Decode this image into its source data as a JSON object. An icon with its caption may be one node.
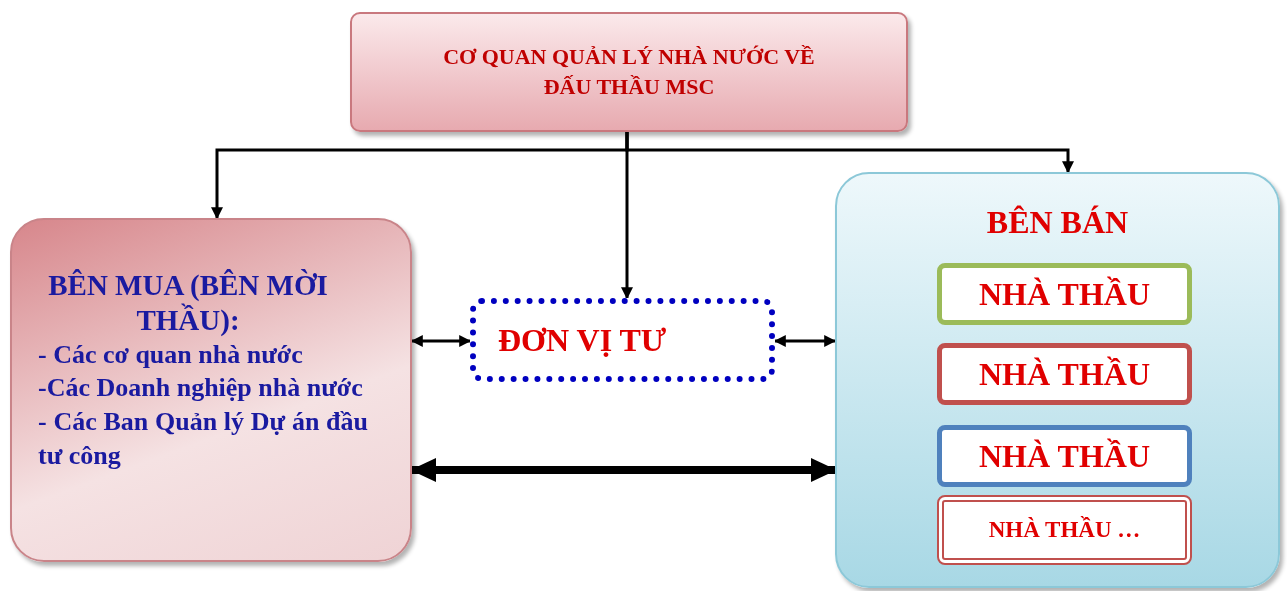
{
  "diagram": {
    "nodes": [
      {
        "text": [
          "CƠ QUAN QUẢN LÝ NHÀ NƯỚC VỀ ĐẤU THẦU MSC"
        ]
      },
      {
        "text": [
          "BÊN MUA (BÊN MỜI THẦU):",
          "- Các cơ quan nhà nước",
          "-Các Doanh nghiệp nhà nước",
          "- Các Ban Quản lý Dự án đầu tư công"
        ]
      },
      {
        "text": [
          "ĐƠN VỊ TƯ"
        ]
      },
      {
        "text": [
          "BÊN BÁN"
        ]
      },
      {
        "text": [
          "NHÀ THẦU"
        ],
        "in": 3
      },
      {
        "text": [
          "NHÀ THẦU"
        ],
        "in": 3
      },
      {
        "text": [
          "NHÀ THẦU"
        ],
        "in": 3
      },
      {
        "text": [
          "NHÀ THẦU …"
        ],
        "in": 3
      }
    ],
    "edges": [
      {
        "from": 0,
        "to": 1,
        "arrow": "to"
      },
      {
        "from": 0,
        "to": 2,
        "arrow": "to"
      },
      {
        "from": 0,
        "to": 3,
        "arrow": "to"
      },
      {
        "from": 1,
        "to": 2,
        "arrow": "both"
      },
      {
        "from": 2,
        "to": 3,
        "arrow": "both"
      },
      {
        "from": 1,
        "to": 3,
        "arrow": "both",
        "style": "thick"
      }
    ]
  }
}
